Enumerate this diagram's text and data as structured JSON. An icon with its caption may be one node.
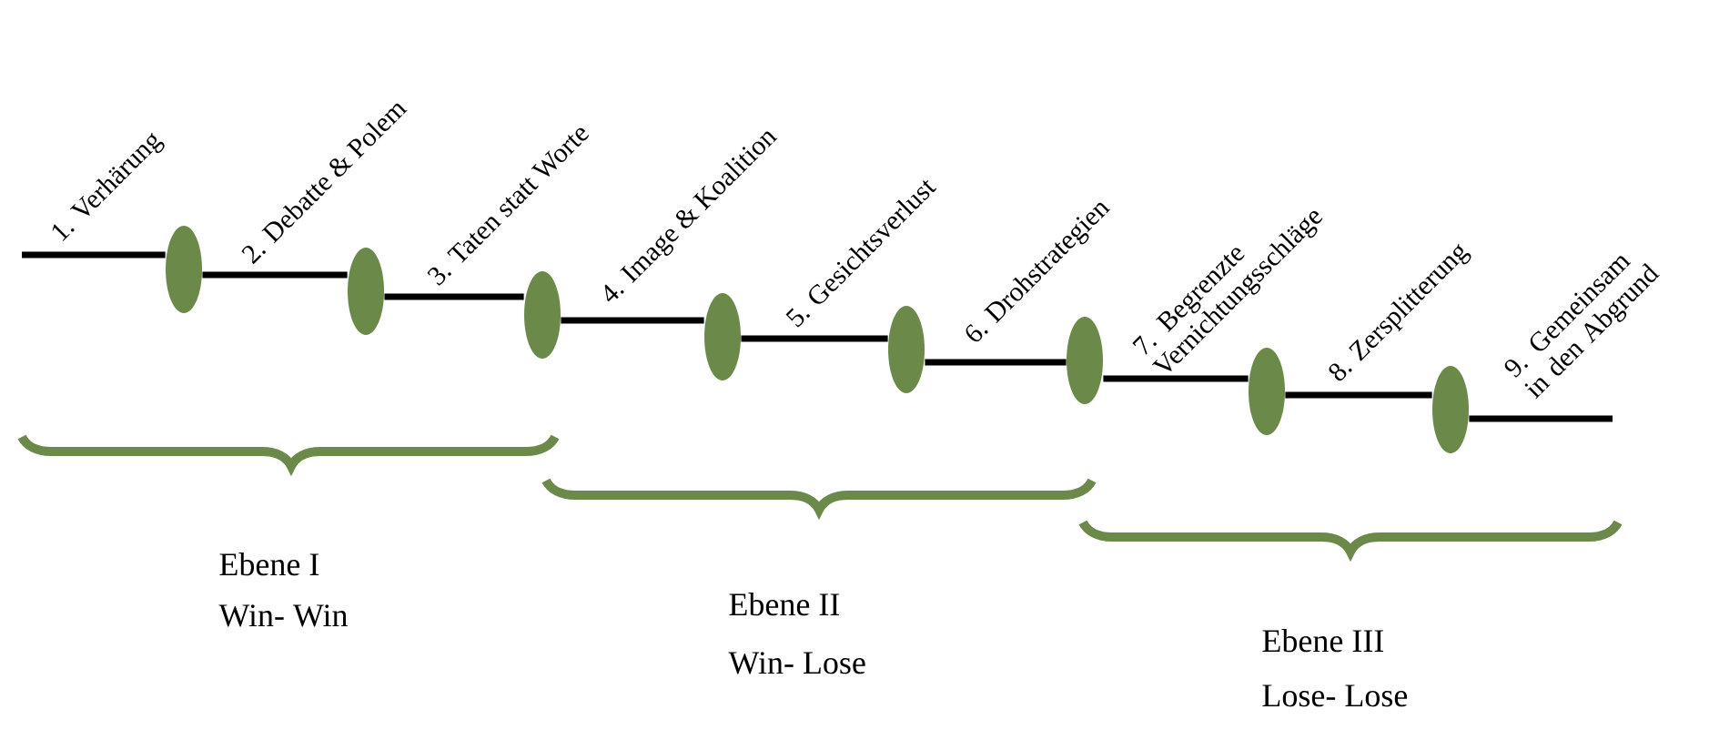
{
  "diagram": {
    "nodes": [
      {
        "text": [],
        "shape": "ellipse"
      },
      {
        "text": [],
        "shape": "ellipse"
      },
      {
        "text": [],
        "shape": "ellipse"
      },
      {
        "text": [],
        "shape": "ellipse"
      },
      {
        "text": [],
        "shape": "ellipse"
      },
      {
        "text": [],
        "shape": "ellipse"
      },
      {
        "text": [],
        "shape": "ellipse"
      },
      {
        "text": [],
        "shape": "ellipse"
      }
    ],
    "edges": [
      {
        "from": null,
        "to": 0,
        "arrow": "none"
      },
      {
        "from": 0,
        "to": 1,
        "arrow": "none"
      },
      {
        "from": 1,
        "to": 2,
        "arrow": "none"
      },
      {
        "from": 2,
        "to": 3,
        "arrow": "none"
      },
      {
        "from": 3,
        "to": 4,
        "arrow": "none"
      },
      {
        "from": 4,
        "to": 5,
        "arrow": "none"
      },
      {
        "from": 5,
        "to": 6,
        "arrow": "none"
      },
      {
        "from": 6,
        "to": 7,
        "arrow": "none"
      },
      {
        "from": 7,
        "to": null,
        "arrow": "none"
      }
    ],
    "labels": [
      "1. Verhärung",
      "2. Debatte & Polem",
      "3. Taten statt Worte",
      "4. Image & Koalition",
      "5. Gesichtsverlust",
      "6. Drohstrategien",
      "7. Begrenzte Vernichtungsschläge",
      "8. Zersplitterung",
      "9. Gemeinsam in den Abgrund",
      "Ebene I",
      "Win- Win",
      "Ebene II",
      "Win- Lose",
      "Ebene III",
      "Lose- Lose"
    ]
  }
}
